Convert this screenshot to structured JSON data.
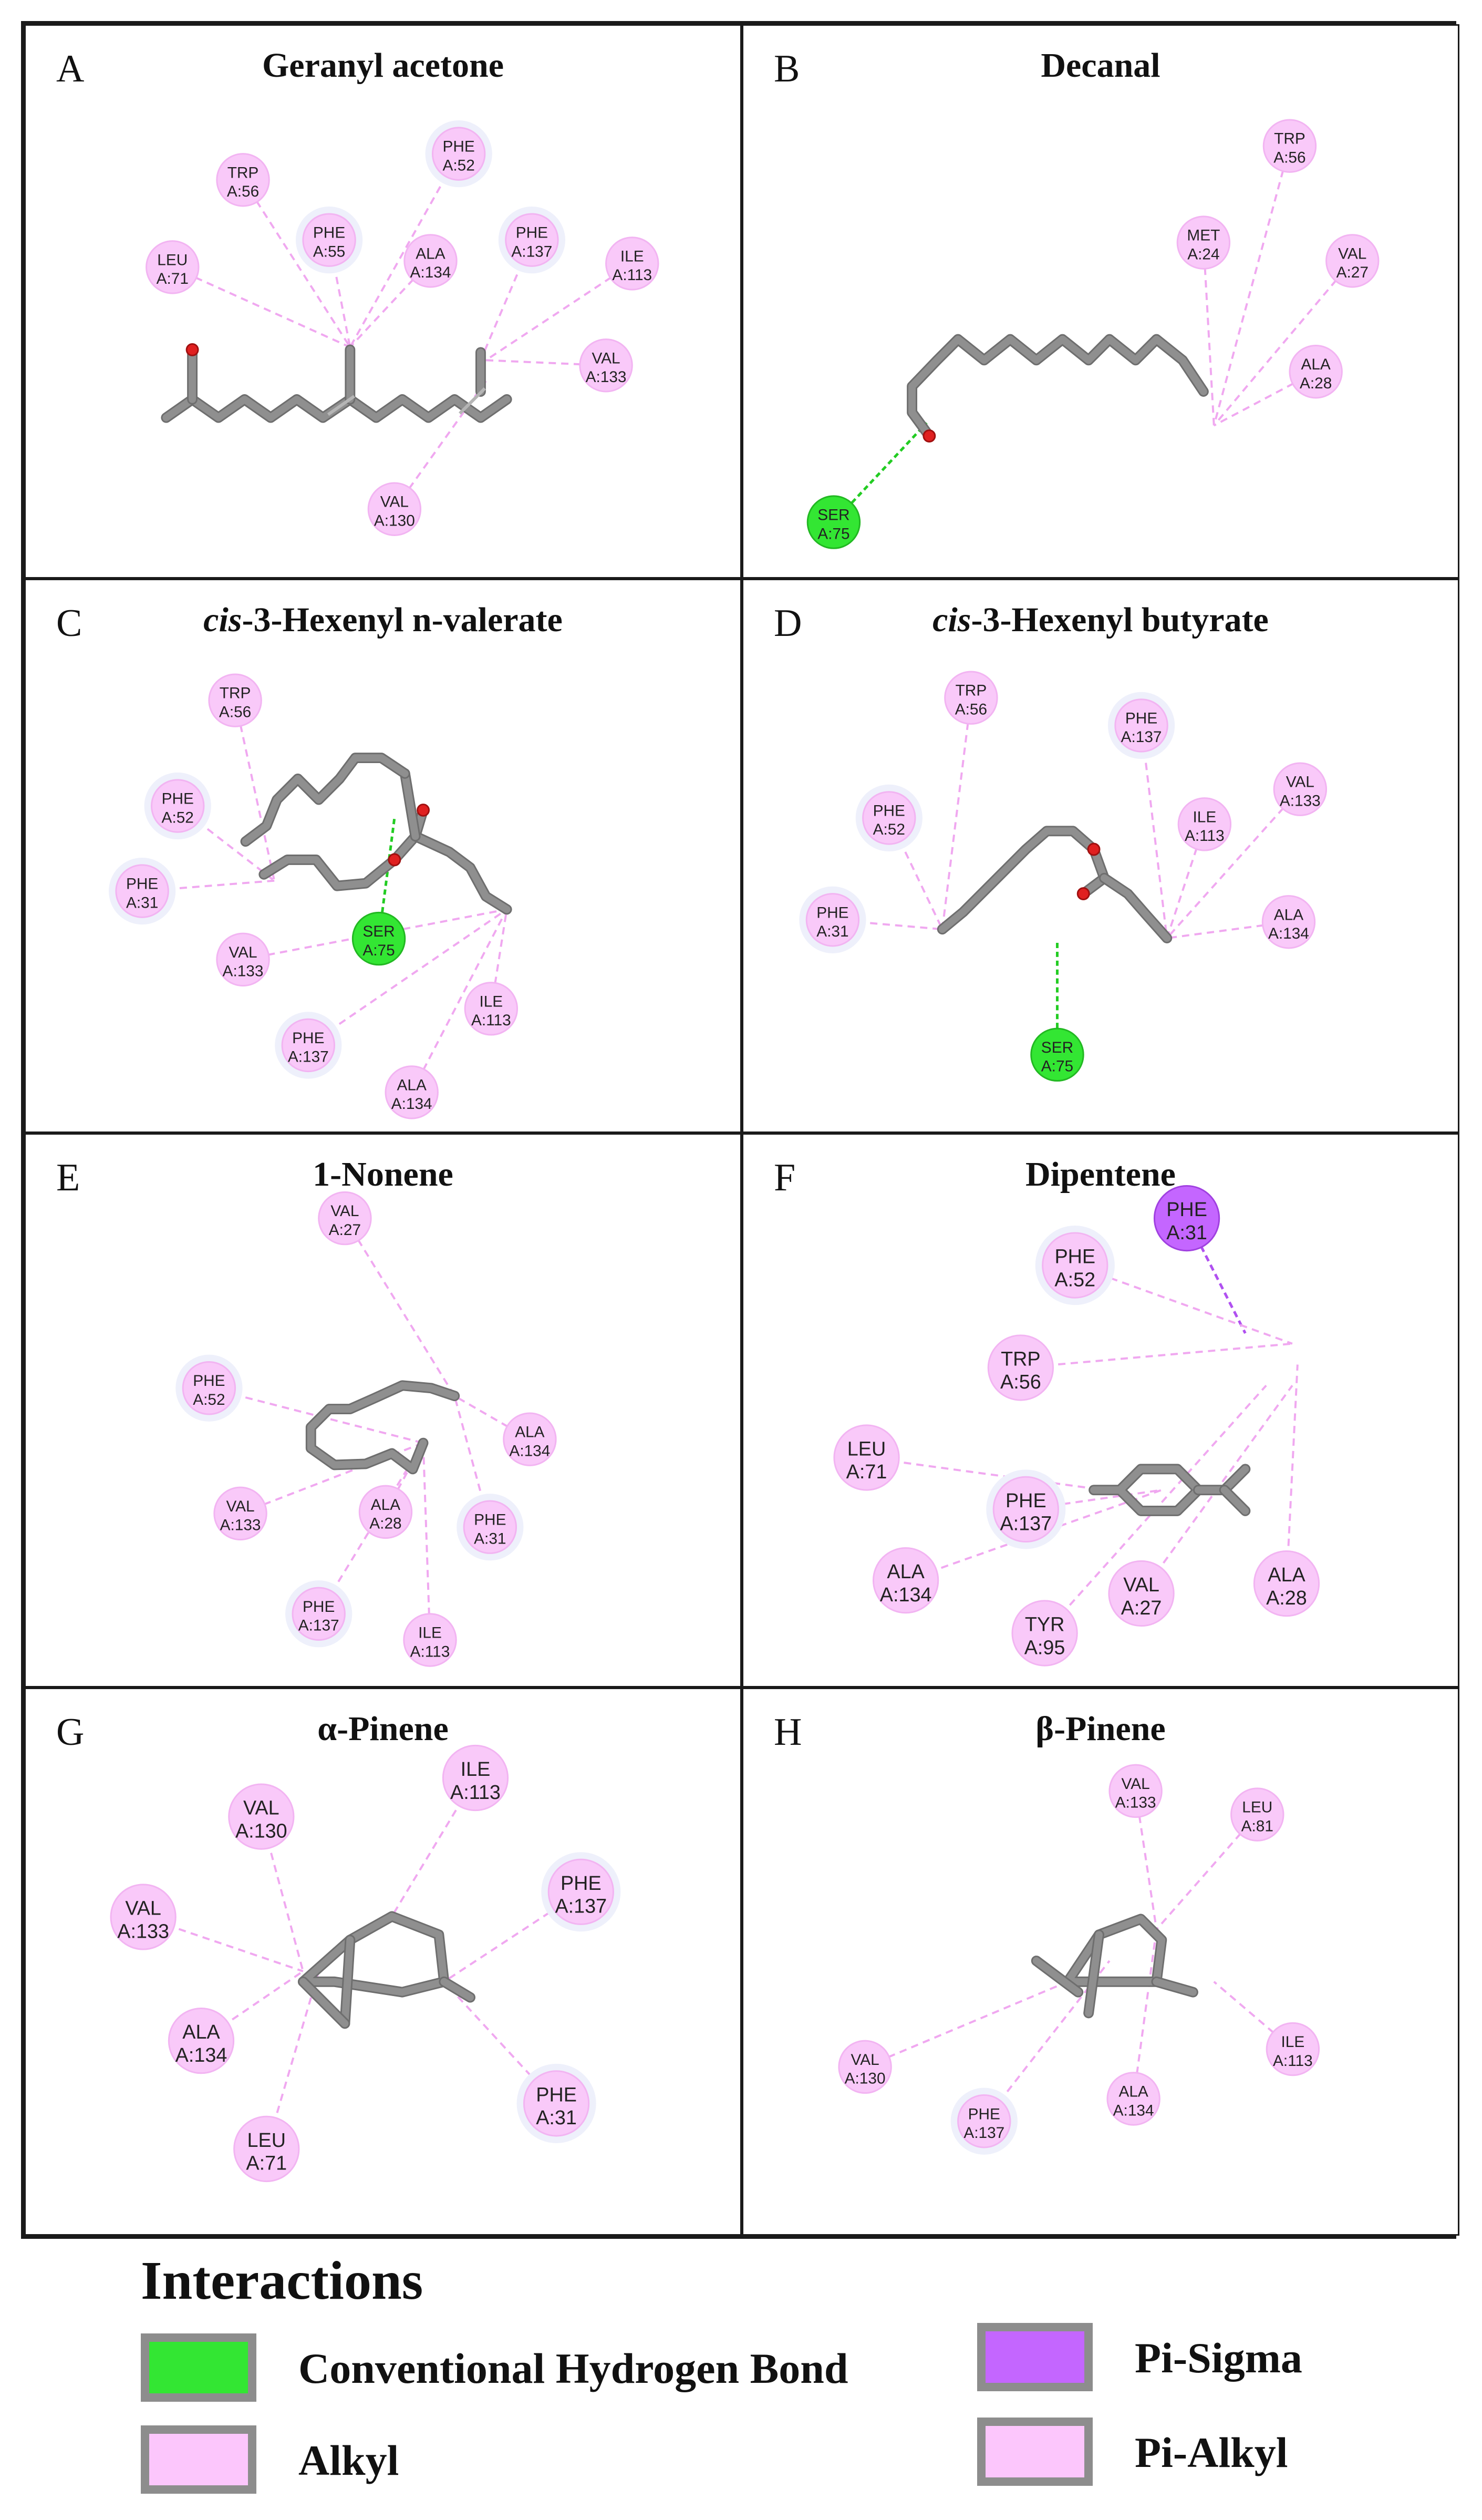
{
  "colors": {
    "hbond_green": "#33e633",
    "pi_sigma_purple": "#c466ff",
    "alkyl_pink": "#fcc6fc",
    "pi_alkyl_pink": "#fcc6fc",
    "ligand_bond": "#8f8f8f",
    "oxygen": "#e02020"
  },
  "panels": [
    {
      "id": "A",
      "letter": "A",
      "title": "Geranyl acetone",
      "residues": [
        {
          "name": "TRP",
          "id": "A:56",
          "type": "alkyl"
        },
        {
          "name": "PHE",
          "id": "A:52",
          "type": "alkyl"
        },
        {
          "name": "LEU",
          "id": "A:71",
          "type": "alkyl"
        },
        {
          "name": "PHE",
          "id": "A:55",
          "type": "alkyl"
        },
        {
          "name": "ALA",
          "id": "A:134",
          "type": "alkyl"
        },
        {
          "name": "PHE",
          "id": "A:137",
          "type": "alkyl"
        },
        {
          "name": "ILE",
          "id": "A:113",
          "type": "alkyl"
        },
        {
          "name": "VAL",
          "id": "A:133",
          "type": "alkyl"
        },
        {
          "name": "VAL",
          "id": "A:130",
          "type": "alkyl"
        }
      ]
    },
    {
      "id": "B",
      "letter": "B",
      "title": "Decanal",
      "residues": [
        {
          "name": "TRP",
          "id": "A:56",
          "type": "alkyl"
        },
        {
          "name": "MET",
          "id": "A:24",
          "type": "alkyl"
        },
        {
          "name": "VAL",
          "id": "A:27",
          "type": "alkyl"
        },
        {
          "name": "ALA",
          "id": "A:28",
          "type": "alkyl"
        },
        {
          "name": "SER",
          "id": "A:75",
          "type": "hbond"
        }
      ]
    },
    {
      "id": "C",
      "letter": "C",
      "title_italic": "cis",
      "title": "-3-Hexenyl n-valerate",
      "residues": [
        {
          "name": "TRP",
          "id": "A:56",
          "type": "alkyl"
        },
        {
          "name": "PHE",
          "id": "A:52",
          "type": "alkyl"
        },
        {
          "name": "PHE",
          "id": "A:31",
          "type": "alkyl"
        },
        {
          "name": "SER",
          "id": "A:75",
          "type": "hbond"
        },
        {
          "name": "VAL",
          "id": "A:133",
          "type": "alkyl"
        },
        {
          "name": "ILE",
          "id": "A:113",
          "type": "alkyl"
        },
        {
          "name": "PHE",
          "id": "A:137",
          "type": "alkyl"
        },
        {
          "name": "ALA",
          "id": "A:134",
          "type": "alkyl"
        }
      ]
    },
    {
      "id": "D",
      "letter": "D",
      "title_italic": "cis",
      "title": "-3-Hexenyl butyrate",
      "residues": [
        {
          "name": "TRP",
          "id": "A:56",
          "type": "alkyl"
        },
        {
          "name": "PHE",
          "id": "A:137",
          "type": "alkyl"
        },
        {
          "name": "VAL",
          "id": "A:133",
          "type": "alkyl"
        },
        {
          "name": "PHE",
          "id": "A:52",
          "type": "alkyl"
        },
        {
          "name": "ILE",
          "id": "A:113",
          "type": "alkyl"
        },
        {
          "name": "PHE",
          "id": "A:31",
          "type": "alkyl"
        },
        {
          "name": "ALA",
          "id": "A:134",
          "type": "alkyl"
        },
        {
          "name": "SER",
          "id": "A:75",
          "type": "hbond"
        }
      ]
    },
    {
      "id": "E",
      "letter": "E",
      "title": "1-Nonene",
      "residues": [
        {
          "name": "VAL",
          "id": "A:27",
          "type": "alkyl"
        },
        {
          "name": "PHE",
          "id": "A:52",
          "type": "alkyl"
        },
        {
          "name": "ALA",
          "id": "A:134",
          "type": "alkyl"
        },
        {
          "name": "VAL",
          "id": "A:133",
          "type": "alkyl"
        },
        {
          "name": "ALA",
          "id": "A:28",
          "type": "alkyl"
        },
        {
          "name": "PHE",
          "id": "A:31",
          "type": "alkyl"
        },
        {
          "name": "PHE",
          "id": "A:137",
          "type": "alkyl"
        },
        {
          "name": "ILE",
          "id": "A:113",
          "type": "alkyl"
        }
      ]
    },
    {
      "id": "F",
      "letter": "F",
      "title": "Dipentene",
      "residues": [
        {
          "name": "PHE",
          "id": "A:31",
          "type": "pisigma"
        },
        {
          "name": "PHE",
          "id": "A:52",
          "type": "alkyl"
        },
        {
          "name": "TRP",
          "id": "A:56",
          "type": "alkyl"
        },
        {
          "name": "LEU",
          "id": "A:71",
          "type": "alkyl"
        },
        {
          "name": "PHE",
          "id": "A:137",
          "type": "alkyl"
        },
        {
          "name": "ALA",
          "id": "A:134",
          "type": "alkyl"
        },
        {
          "name": "VAL",
          "id": "A:27",
          "type": "alkyl"
        },
        {
          "name": "ALA",
          "id": "A:28",
          "type": "alkyl"
        },
        {
          "name": "TYR",
          "id": "A:95",
          "type": "alkyl"
        }
      ]
    },
    {
      "id": "G",
      "letter": "G",
      "title": "α-Pinene",
      "residues": [
        {
          "name": "ILE",
          "id": "A:113",
          "type": "alkyl"
        },
        {
          "name": "VAL",
          "id": "A:130",
          "type": "alkyl"
        },
        {
          "name": "PHE",
          "id": "A:137",
          "type": "alkyl"
        },
        {
          "name": "VAL",
          "id": "A:133",
          "type": "alkyl"
        },
        {
          "name": "ALA",
          "id": "A:134",
          "type": "alkyl"
        },
        {
          "name": "PHE",
          "id": "A:31",
          "type": "alkyl"
        },
        {
          "name": "LEU",
          "id": "A:71",
          "type": "alkyl"
        }
      ]
    },
    {
      "id": "H",
      "letter": "H",
      "title": "β-Pinene",
      "residues": [
        {
          "name": "VAL",
          "id": "A:133",
          "type": "alkyl"
        },
        {
          "name": "LEU",
          "id": "A:81",
          "type": "alkyl"
        },
        {
          "name": "VAL",
          "id": "A:130",
          "type": "alkyl"
        },
        {
          "name": "ILE",
          "id": "A:113",
          "type": "alkyl"
        },
        {
          "name": "ALA",
          "id": "A:134",
          "type": "alkyl"
        },
        {
          "name": "PHE",
          "id": "A:137",
          "type": "alkyl"
        }
      ]
    }
  ],
  "legend": {
    "title": "Interactions",
    "items": [
      {
        "label": "Conventional Hydrogen Bond",
        "color": "#33e633"
      },
      {
        "label": "Pi-Sigma",
        "color": "#c466ff"
      },
      {
        "label": "Alkyl",
        "color": "#fcc6fc"
      },
      {
        "label": "Pi-Alkyl",
        "color": "#fcc6fc"
      }
    ]
  }
}
